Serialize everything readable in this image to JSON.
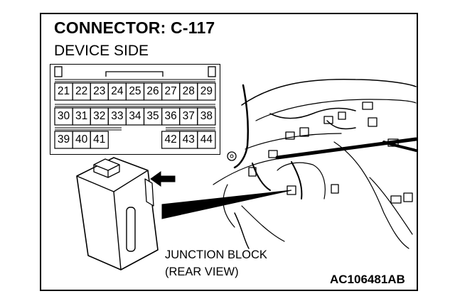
{
  "header": {
    "title": "CONNECTOR: C-117",
    "subtitle": "DEVICE SIDE"
  },
  "connector": {
    "rows": [
      [
        "21",
        "22",
        "23",
        "24",
        "25",
        "26",
        "27",
        "28",
        "29"
      ],
      [
        "30",
        "31",
        "32",
        "33",
        "34",
        "35",
        "36",
        "37",
        "38"
      ],
      [
        "39",
        "40",
        "41",
        "42",
        "43",
        "44"
      ]
    ]
  },
  "labels": {
    "junction_block_line1": "JUNCTION BLOCK",
    "junction_block_line2": "(REAR VIEW)",
    "figure_code": "AC106481AB"
  }
}
